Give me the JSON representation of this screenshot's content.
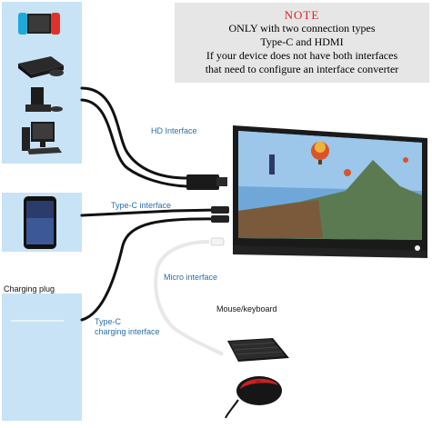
{
  "note": {
    "title": "NOTE",
    "line1": "ONLY with two connection types",
    "line2": "Type-C and HDMI",
    "line3": "If your device does not have both interfaces",
    "line4": "that need to configure an interface converter"
  },
  "labels": {
    "hd_interface": "HD Interface",
    "typec_interface": "Type-C interface",
    "micro_interface": "Micro interface",
    "charging_plug": "Charging plug",
    "typec_charging_1": "Type-C",
    "typec_charging_2": "charging interface",
    "mouse_keyboard": "Mouse/keyboard"
  },
  "colors": {
    "panel_blue": "#c8e3f5",
    "label_blue": "#2a6fa8",
    "note_red": "#e02020"
  },
  "icons": [
    "game-console-icon",
    "playstation-icon",
    "xbox-icon",
    "desktop-computer-icon",
    "smartphone-icon",
    "charger-icon",
    "monitor-icon",
    "keyboard-icon",
    "mouse-icon"
  ]
}
